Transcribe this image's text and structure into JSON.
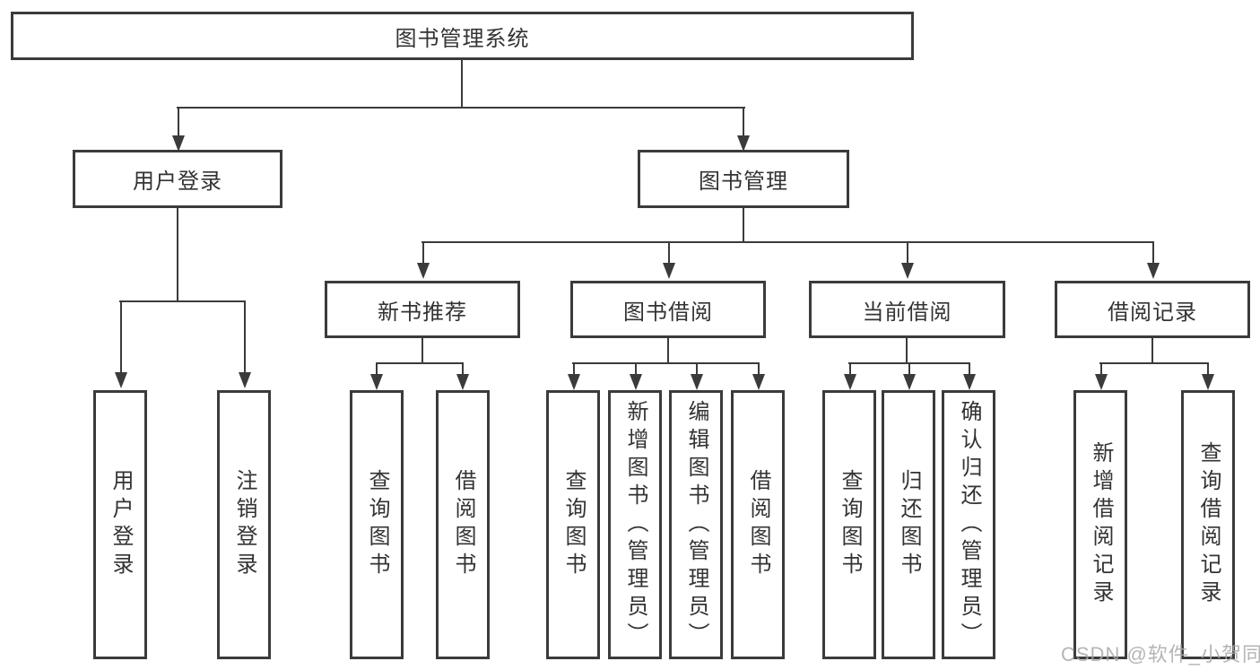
{
  "tree": {
    "root": {
      "label": "图书管理系统"
    },
    "user_login": {
      "label": "用户登录",
      "children": [
        {
          "label": "用户登录"
        },
        {
          "label": "注销登录"
        }
      ]
    },
    "book_management": {
      "label": "图书管理",
      "sections": [
        {
          "label": "新书推荐",
          "children": [
            {
              "label": "查询图书"
            },
            {
              "label": "借阅图书"
            }
          ]
        },
        {
          "label": "图书借阅",
          "children": [
            {
              "label": "查询图书"
            },
            {
              "label": "新增图书（管理员）"
            },
            {
              "label": "编辑图书（管理员）"
            },
            {
              "label": "借阅图书"
            }
          ]
        },
        {
          "label": "当前借阅",
          "children": [
            {
              "label": "查询图书"
            },
            {
              "label": "归还图书"
            },
            {
              "label": "确认归还（管理员）"
            }
          ]
        },
        {
          "label": "借阅记录",
          "children": [
            {
              "label": "新增借阅记录"
            },
            {
              "label": "查询借阅记录"
            }
          ]
        }
      ]
    }
  },
  "watermark": {
    "text": "CSDN @软件_小贺同学"
  },
  "colors": {
    "line": "#3b3b3b",
    "text": "#333333",
    "background": "#ffffff",
    "watermark": "#a9a9a9"
  }
}
